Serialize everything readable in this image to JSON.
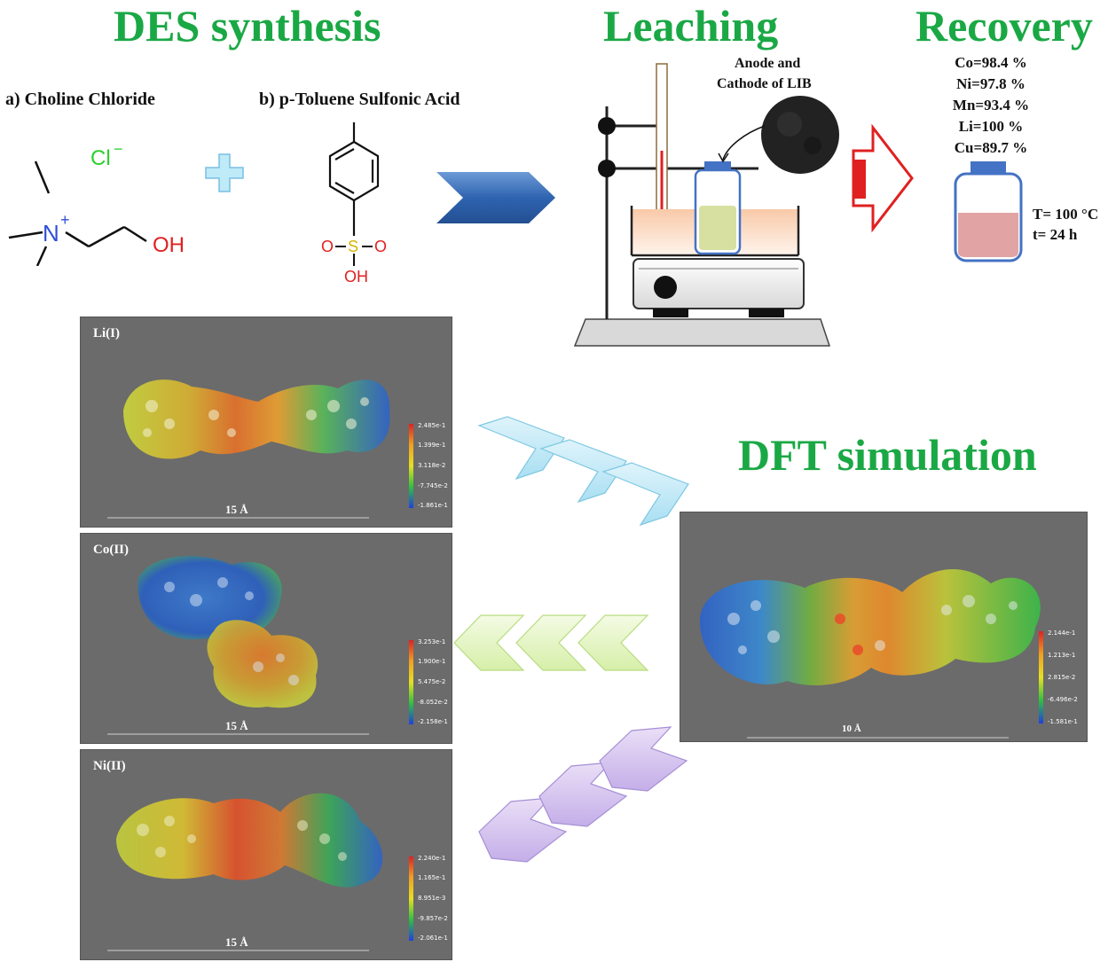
{
  "titles": {
    "des": "DES synthesis",
    "leaching": "Leaching",
    "recovery": "Recovery",
    "dft": "DFT simulation"
  },
  "reagents": {
    "a": "a) Choline Chloride",
    "b": "b) p-Toluene Sulfonic Acid",
    "chloride": "Cl",
    "chloride_charge": "−",
    "nitrogen": "N",
    "n_charge": "+",
    "hydroxyl": "OH",
    "sulfonate_o": "O",
    "sulfonate_s": "S",
    "sulfonate_oh": "OH"
  },
  "leaching": {
    "sample_label_line1": "Anode and",
    "sample_label_line2": "Cathode of LIB"
  },
  "recovery": {
    "co": "Co=98.4 %",
    "ni": "Ni=97.8 %",
    "mn": "Mn=93.4 %",
    "li": "Li=100 %",
    "cu": "Cu=89.7 %",
    "temperature": "T= 100 °C",
    "time": "t= 24 h"
  },
  "panels": {
    "li": {
      "title": "Li(I)",
      "scale": "15 Å",
      "cb": [
        "2.485e-1",
        "1.399e-1",
        "3.118e-2",
        "-7.745e-2",
        "-1.861e-1"
      ]
    },
    "co": {
      "title": "Co(II)",
      "scale": "15 Å",
      "cb": [
        "3.253e-1",
        "1.900e-1",
        "5.475e-2",
        "-8.052e-2",
        "-2.158e-1"
      ]
    },
    "ni": {
      "title": "Ni(II)",
      "scale": "15 Å",
      "cb": [
        "2.240e-1",
        "1.165e-1",
        "8.951e-3",
        "-9.857e-2",
        "-2.061e-1"
      ]
    },
    "des": {
      "scale": "10 Å",
      "cb": [
        "2.144e-1",
        "1.213e-1",
        "2.815e-2",
        "-6.496e-2",
        "-1.581e-1"
      ]
    }
  },
  "colors": {
    "title_green": "#1aa845",
    "arrow_blue": "#2e6fb8",
    "arrow_cyan": "#bfe9f7",
    "arrow_lime": "#e8f7c8",
    "arrow_purple": "#d9c8ef",
    "red_arrow": "#e02020",
    "panel_bg": "#6b6b6b"
  }
}
